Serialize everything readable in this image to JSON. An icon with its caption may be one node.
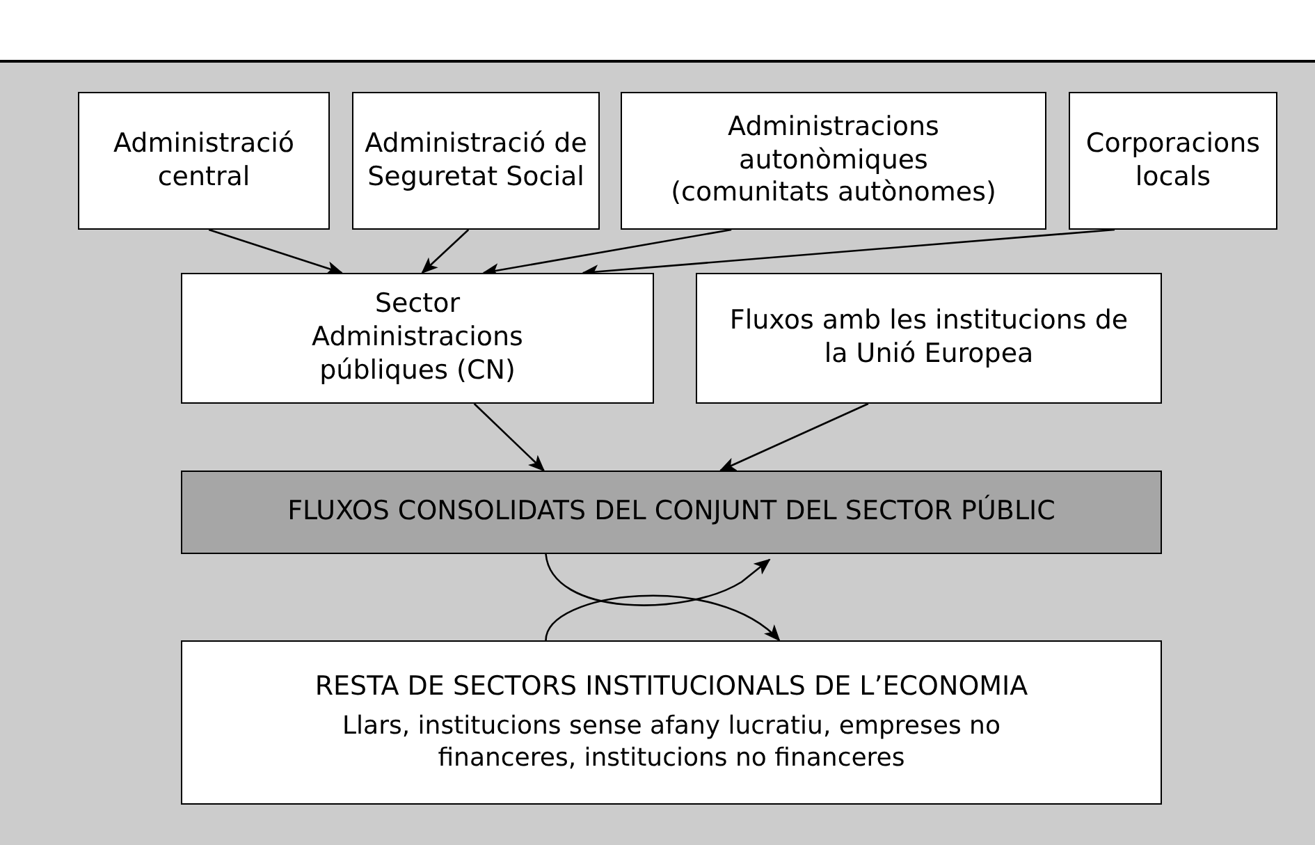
{
  "diagram": {
    "nodes": [
      {
        "text": [
          "Administració central"
        ]
      },
      {
        "text": [
          "Administració de Seguretat Social"
        ]
      },
      {
        "text": [
          "Administracions autonòmiques (comunitats autònomes)"
        ]
      },
      {
        "text": [
          "Corporacions locals"
        ]
      },
      {
        "text": [
          "Sector Administracions públiques (CN)"
        ]
      },
      {
        "text": [
          "Fluxos amb les institucions de la Unió Europea"
        ]
      },
      {
        "text": [
          "FLUXOS CONSOLIDATS DEL CONJUNT DEL SECTOR PÚBLIC"
        ]
      },
      {
        "text": [
          "RESTA DE SECTORS INSTITUCIONALS DE L’ECONOMIA",
          "Llars, institucions sense afany lucratiu, empreses no financeres, institucions no financeres"
        ]
      }
    ],
    "edges": [
      {
        "from": 0,
        "to": 4,
        "arrow": "to"
      },
      {
        "from": 1,
        "to": 4,
        "arrow": "to"
      },
      {
        "from": 2,
        "to": 4,
        "arrow": "to"
      },
      {
        "from": 3,
        "to": 4,
        "arrow": "to"
      },
      {
        "from": 4,
        "to": 6,
        "arrow": "to"
      },
      {
        "from": 5,
        "to": 6,
        "arrow": "to"
      },
      {
        "from": 6,
        "to": 6,
        "arrow": "to"
      },
      {
        "from": 7,
        "to": 7,
        "arrow": "to"
      }
    ]
  }
}
